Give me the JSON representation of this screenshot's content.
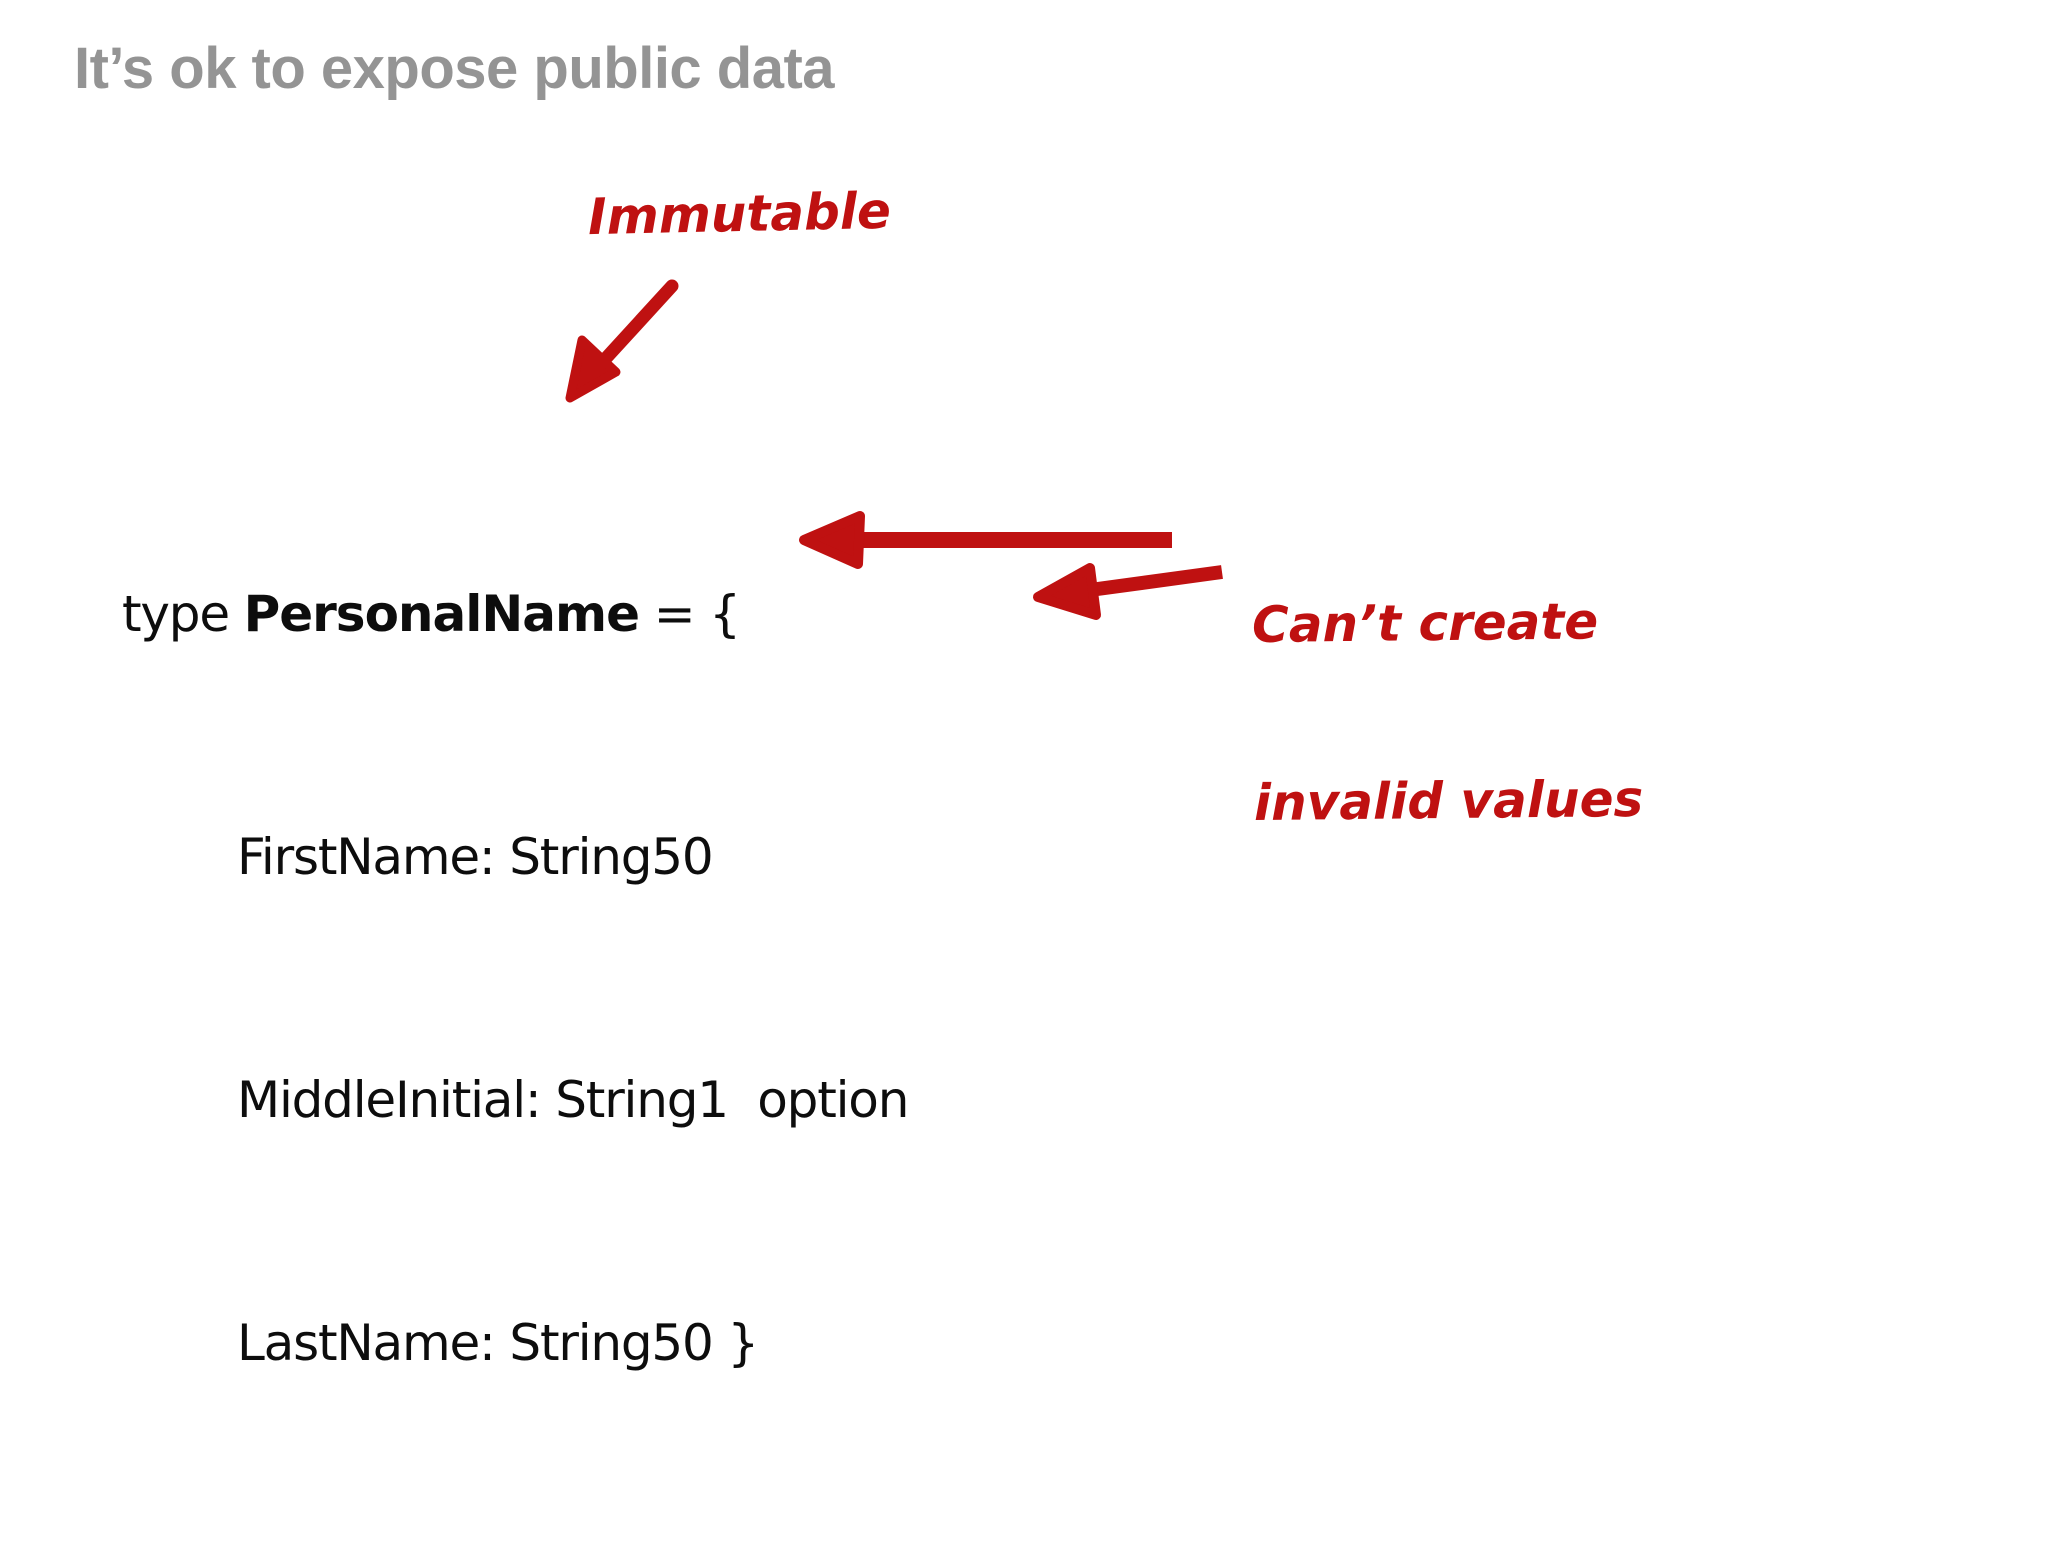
{
  "slide": {
    "title": "It’s ok to expose public data",
    "background_color": "#ffffff",
    "title_color": "#949494",
    "annotation_color": "#bf1111",
    "code_color": "#0d0d0d"
  },
  "code": {
    "line1_keyword": "type ",
    "line1_type_name": "PersonalName",
    "line1_tail": " = {",
    "line2": "FirstName: String50",
    "line3": "MiddleInitial: String1  option",
    "line4": "LastName: String50 }"
  },
  "annotations": {
    "immutable": "Immutable",
    "invalid_line1": "Can’t create",
    "invalid_line2": "invalid values"
  },
  "arrows": [
    {
      "name": "arrow-immutable",
      "points_to": "PersonalName type declaration",
      "direction": "down-left"
    },
    {
      "name": "arrow-first-name",
      "points_to": "FirstName: String50",
      "direction": "left"
    },
    {
      "name": "arrow-middle-initial",
      "points_to": "MiddleInitial: String1 option",
      "direction": "left"
    }
  ]
}
